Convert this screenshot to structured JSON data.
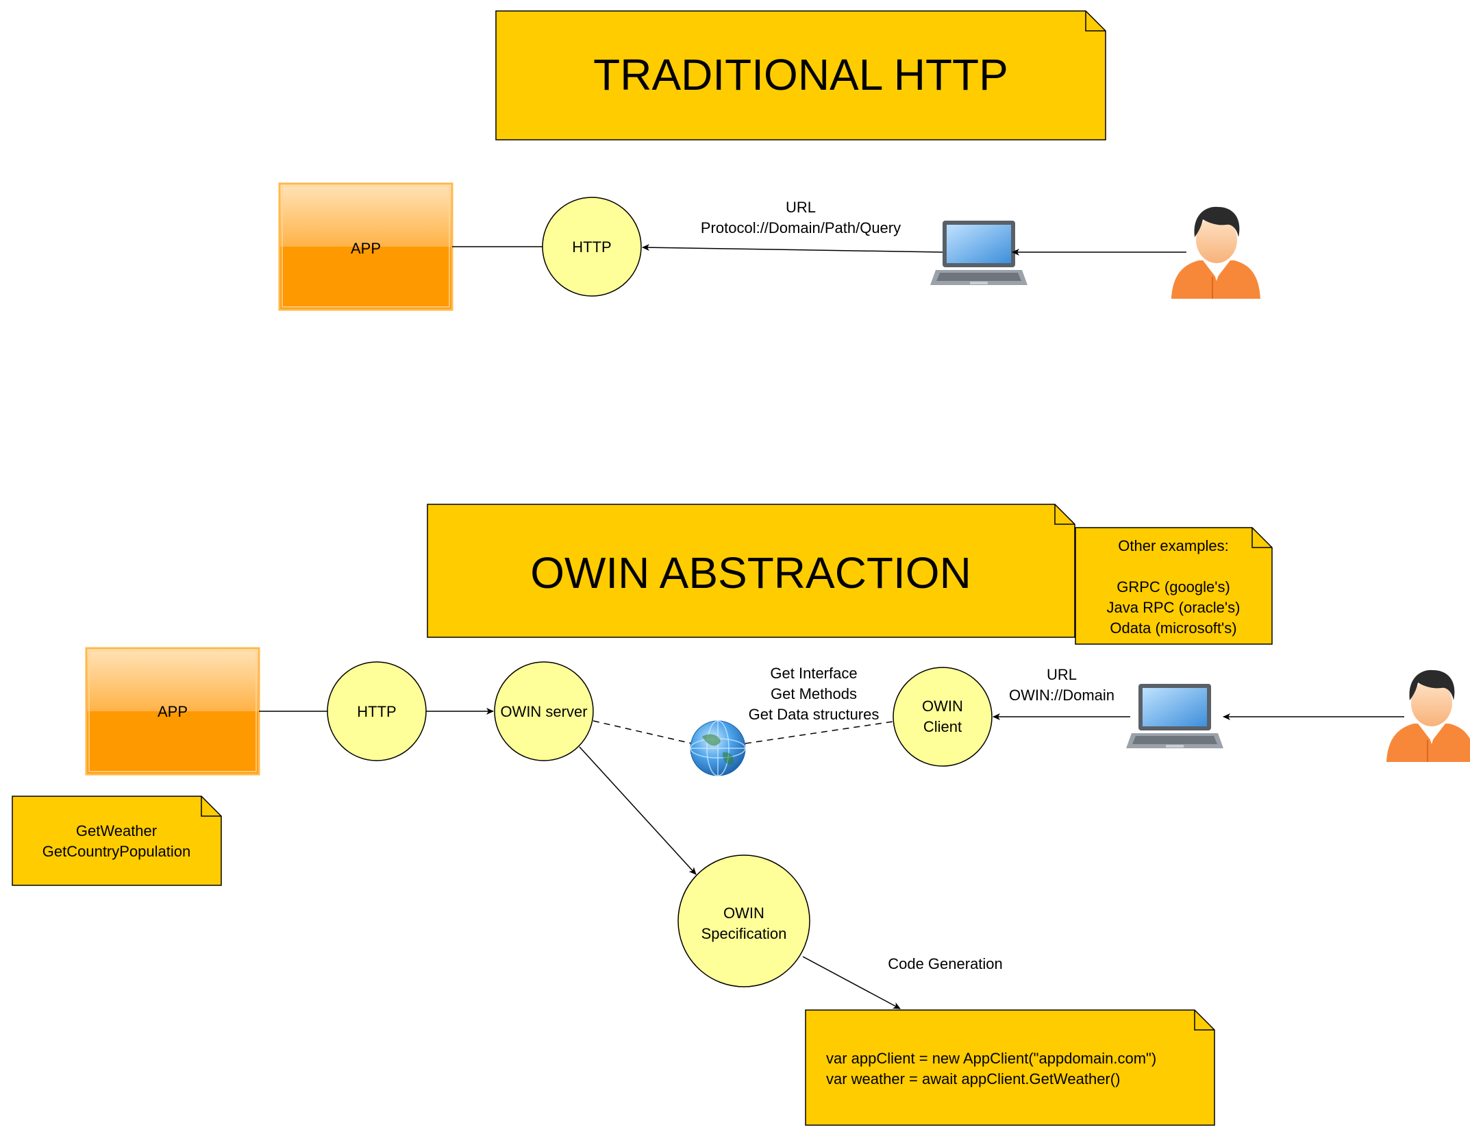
{
  "colors": {
    "note_fill": "#FFCC00",
    "circle_fill": "#FFFF99",
    "app_top": "#FFD699",
    "app_bottom": "#FF9900",
    "app_border": "#FFB84D",
    "laptop_screen": "#6BB6F0",
    "person_body": "#F7883A",
    "globe": "#3B8FD9"
  },
  "traditional": {
    "title": "TRADITIONAL HTTP",
    "app_label": "APP",
    "http_label": "HTTP",
    "url_label": "URL",
    "url_format": "Protocol://Domain/Path/Query",
    "laptop_icon": "laptop-icon",
    "user_icon": "user-icon"
  },
  "owin": {
    "title": "OWIN ABSTRACTION",
    "app_label": "APP",
    "http_label": "HTTP",
    "server_label": "OWIN server",
    "client_label_line1": "OWIN",
    "client_label_line2": "Client",
    "spec_label_line1": "OWIN",
    "spec_label_line2": "Specification",
    "interface_lines": [
      "Get Interface",
      "Get Methods",
      "Get Data structures"
    ],
    "url_label": "URL",
    "url_format": "OWIN://Domain",
    "codegen_label": "Code Generation",
    "methods_note": [
      "GetWeather",
      "GetCountryPopulation"
    ],
    "examples_note": [
      "Other examples:",
      "",
      "GRPC (google's)",
      "Java RPC (oracle's)",
      "Odata (microsoft's)"
    ],
    "code_note": [
      "var appClient = new AppClient(\"appdomain.com\")",
      "var weather = await appClient.GetWeather()"
    ],
    "globe_icon": "globe-icon",
    "laptop_icon": "laptop-icon",
    "user_icon": "user-icon"
  }
}
